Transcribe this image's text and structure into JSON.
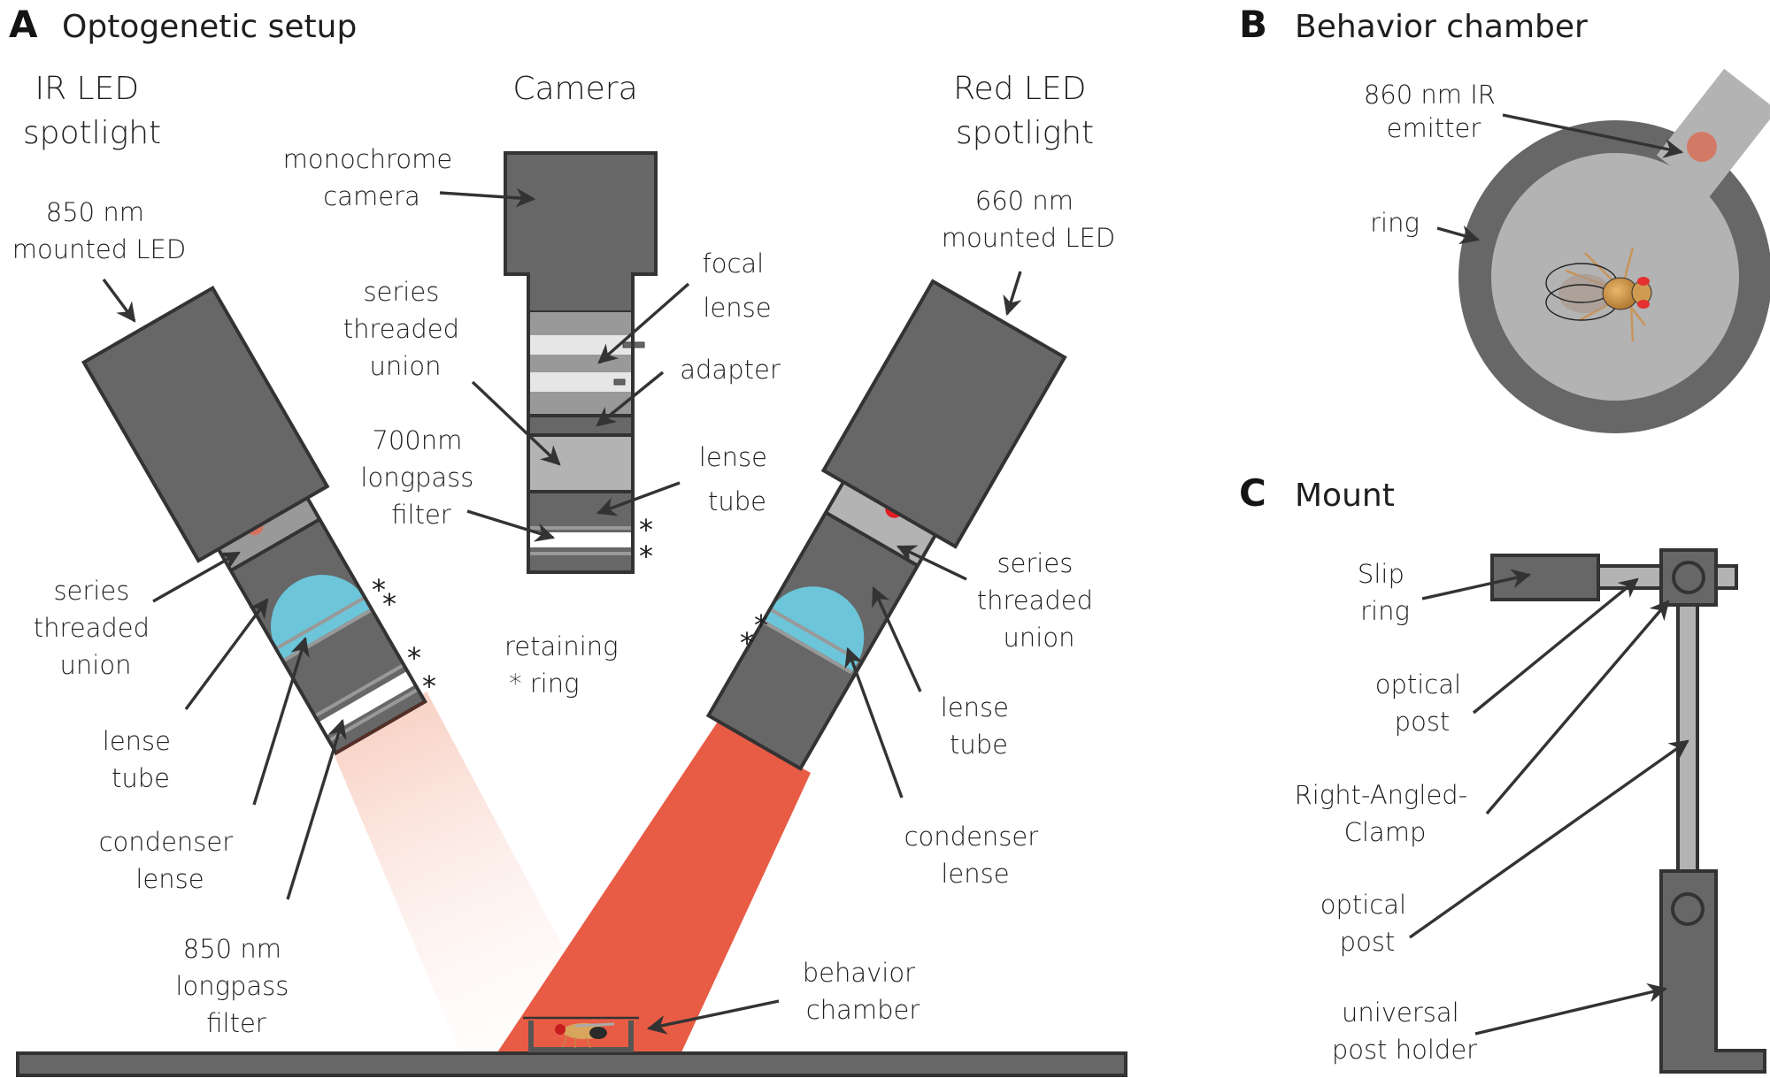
{
  "panels": {
    "A": {
      "letter": "A",
      "title": "Optogenetic setup",
      "ir_spotlight": {
        "heading": [
          "IR LED",
          "spotlight"
        ],
        "led_label": [
          "850 nm",
          "mounted LED"
        ],
        "union_label": [
          "series",
          "threaded",
          "union"
        ],
        "tube_label": [
          "lense",
          "tube"
        ],
        "condenser_label": [
          "condenser",
          "lense"
        ],
        "filter_label": [
          "850 nm",
          "longpass",
          "filter"
        ]
      },
      "camera": {
        "heading": "Camera",
        "camera_label": [
          "monochrome",
          "camera"
        ],
        "focal_label": [
          "focal",
          "lense"
        ],
        "adapter_label": "adapter",
        "union_label": [
          "series",
          "threaded",
          "union"
        ],
        "tube_label": [
          "lense",
          "tube"
        ],
        "filter_label": [
          "700nm",
          "longpass",
          "filter"
        ]
      },
      "retaining_ring_label": [
        "retaining",
        "* ring"
      ],
      "star": "*",
      "red_spotlight": {
        "heading": [
          "Red LED",
          "spotlight"
        ],
        "led_label": [
          "660 nm",
          "mounted LED"
        ],
        "union_label": [
          "series",
          "threaded",
          "union"
        ],
        "tube_label": [
          "lense",
          "tube"
        ],
        "condenser_label": [
          "condenser",
          "lense"
        ]
      },
      "chamber_label": [
        "behavior",
        "chamber"
      ]
    },
    "B": {
      "letter": "B",
      "title": "Behavior chamber",
      "emitter_label": [
        "860 nm IR",
        "emitter"
      ],
      "ring_label": "ring"
    },
    "C": {
      "letter": "C",
      "title": "Mount",
      "slip_ring_label": [
        "Slip",
        "ring"
      ],
      "optical_post_top_label": [
        "optical",
        "post"
      ],
      "clamp_label": [
        "Right-Angled-",
        "Clamp"
      ],
      "optical_post_bottom_label": [
        "optical",
        "post"
      ],
      "post_holder_label": [
        "universal",
        "post holder"
      ]
    }
  },
  "colors": {
    "dark_gray": "#666766",
    "outline": "#333333",
    "light_gray": "#b3b3b3",
    "mid_gray": "#999999",
    "pale_gray": "#e6e6e6",
    "lens_blue": "#6cc5d9",
    "red_beam": "#e85c45",
    "ir_beam": "#f7cbbd",
    "ir_dot": "#d3735f",
    "red_dot": "#e31e24"
  }
}
